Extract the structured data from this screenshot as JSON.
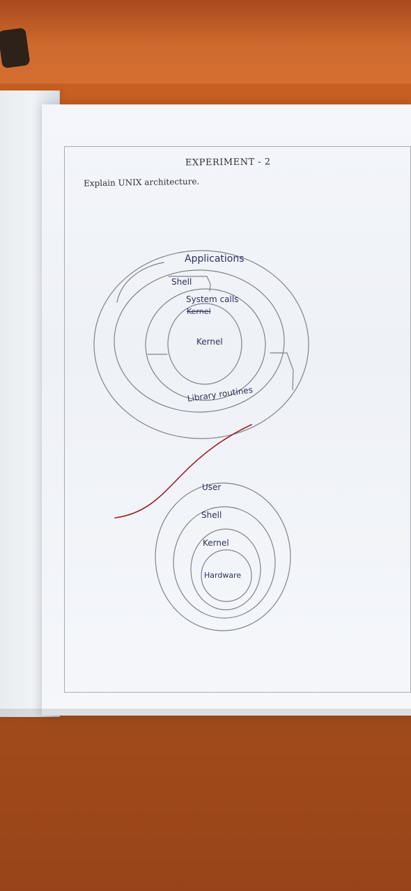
{
  "page": {
    "title": "EXPERIMENT - 2",
    "question": "Explain UNIX architecture."
  },
  "diagram_1": {
    "labels": [
      "Applications",
      "Shell",
      "System calls",
      "Kernel",
      "Library routines"
    ],
    "struck_text": "Kernel"
  },
  "diagram_2": {
    "labels": [
      "User",
      "Shell",
      "Kernel",
      "Hardware"
    ]
  }
}
